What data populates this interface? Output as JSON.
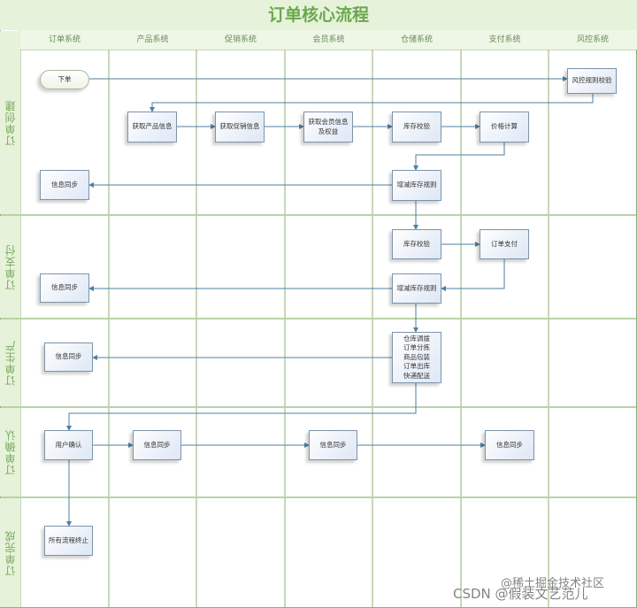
{
  "title": "订单核心流程",
  "columns": [
    "订单系统",
    "产品系统",
    "促销系统",
    "会员系统",
    "仓储系统",
    "支付系统",
    "风控系统"
  ],
  "lanes": [
    "订单创建",
    "订单支付",
    "订单生产",
    "订单确认",
    "订单完成"
  ],
  "nodes": {
    "start": "下单",
    "risk": "风控规则校验",
    "product": "获取产品信息",
    "promo": "获取促销信息",
    "member": "获取会员信息\n及权益",
    "stock1": "库存校验",
    "price": "价格计算",
    "sync1": "信息同步",
    "adjust1": "增减库存规则",
    "stock2": "库存校验",
    "pay": "订单支付",
    "sync2": "信息同步",
    "adjust2": "增减库存规则",
    "warehouse": "仓库调拨\n订单分拣\n商品包装\n订单出库\n快递配送",
    "sync3": "信息同步",
    "confirm": "用户确认",
    "sync4": "信息同步",
    "sync5": "信息同步",
    "sync6": "信息同步",
    "end": "所有流程终止"
  },
  "watermark": {
    "line1": "@稀土掘金技术社区",
    "line2": "CSDN @假装文艺范儿"
  },
  "colors": {
    "lane_header": "#e6f2d9",
    "grid": "#8fb07a",
    "arrow": "#4f7fa0",
    "title": "#6aa84f"
  }
}
